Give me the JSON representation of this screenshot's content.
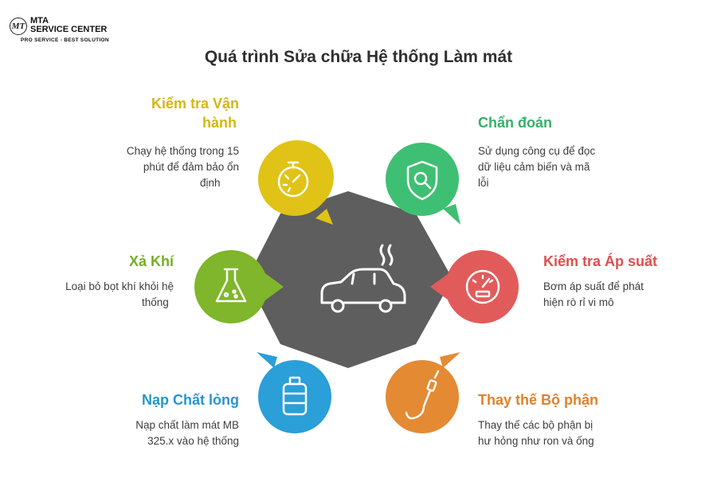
{
  "logo": {
    "mark": "MT",
    "line1": "MTA",
    "line2": "SERVICE CENTER",
    "tagline": "PRO SERVICE - BEST SOLUTION"
  },
  "title": "Quá trình Sửa chữa Hệ thống Làm mát",
  "center": {
    "icon": "car-overheating-icon"
  },
  "steps": [
    {
      "title": "Kiểm tra Vận hành",
      "title_lines": [
        "Kiểm tra Vận",
        "hành"
      ],
      "desc_lines": [
        "Chạy hệ thống trong 15",
        "phút để đảm bảo ổn",
        "định"
      ],
      "color": "#e0c316",
      "icon": "stopwatch-icon"
    },
    {
      "title": "Chẩn đoán",
      "desc_lines": [
        "Sử dụng công cụ để đọc",
        "dữ liệu cảm biến và mã",
        "lỗi"
      ],
      "color": "#3fbf73",
      "icon": "shield-search-icon"
    },
    {
      "title": "Kiểm tra Áp suất",
      "desc_lines": [
        "Bơm áp suất để phát",
        "hiện rò rỉ vi mô"
      ],
      "color": "#e25b5b",
      "icon": "pressure-gauge-icon"
    },
    {
      "title": "Thay thế Bộ phận",
      "desc_lines": [
        "Thay thế các bộ phận bị",
        "hư hỏng như ron và ống"
      ],
      "color": "#e48a33",
      "icon": "hose-icon"
    },
    {
      "title": "Nạp Chất lỏng",
      "desc_lines": [
        "Nạp chất làm mát MB",
        "325.x vào hệ thống"
      ],
      "color": "#2a9fd8",
      "icon": "coolant-bottle-icon"
    },
    {
      "title": "Xả Khí",
      "desc_lines": [
        "Loại bỏ bọt khí khỏi hệ",
        "thống"
      ],
      "color": "#7fb62b",
      "icon": "flask-icon"
    }
  ]
}
